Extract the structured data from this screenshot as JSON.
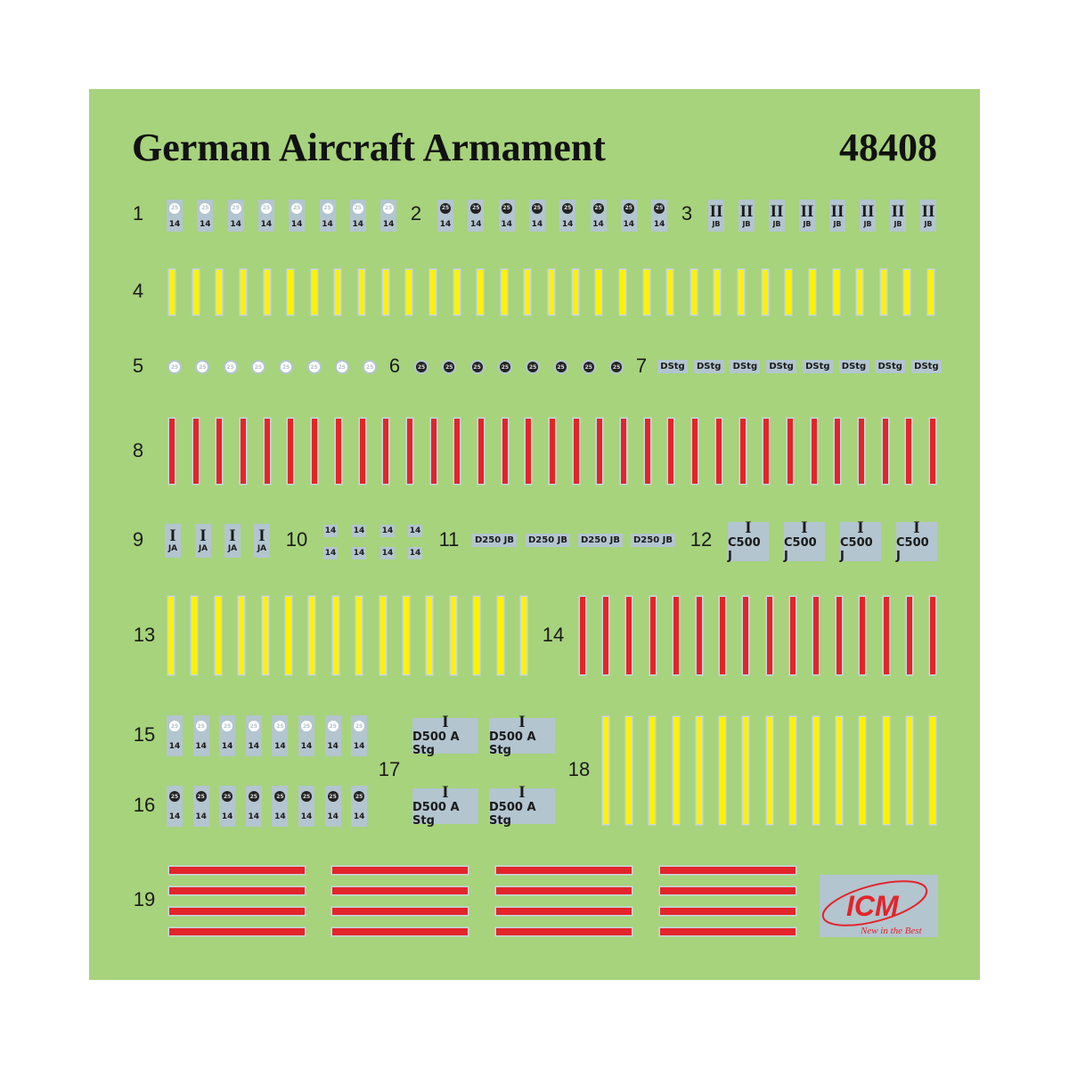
{
  "title": "German Aircraft Armament",
  "code": "48408",
  "colors": {
    "sheet": "#a7d37c",
    "decal_film": "#b3c5cf",
    "yellow": "#fff200",
    "red": "#e3242b",
    "logo_red": "#e3242b"
  },
  "groups": {
    "g1": {
      "label": "1",
      "count": 8,
      "icon": "white-circle-25",
      "circle_text": "25",
      "text": "14"
    },
    "g2": {
      "label": "2",
      "count": 8,
      "icon": "dark-circle-25",
      "circle_text": "25",
      "text": "14"
    },
    "g3": {
      "label": "3",
      "count": 8,
      "top": "II",
      "bottom": "JB"
    },
    "g4": {
      "label": "4",
      "count": 33,
      "stripe": "yellow"
    },
    "g5": {
      "label": "5",
      "count": 8,
      "icon": "white-circle-25",
      "circle_text": "25"
    },
    "g6": {
      "label": "6",
      "count": 8,
      "icon": "dark-circle-25",
      "circle_text": "25"
    },
    "g7": {
      "label": "7",
      "count": 8,
      "text": "DStg"
    },
    "g8": {
      "label": "8",
      "count": 33,
      "stripe": "red"
    },
    "g9": {
      "label": "9",
      "count": 4,
      "top": "I",
      "bottom": "JA"
    },
    "g10": {
      "label": "10",
      "count": 8,
      "text": "14"
    },
    "g11": {
      "label": "11",
      "count": 4,
      "text": "D250 JB"
    },
    "g12": {
      "label": "12",
      "count": 4,
      "top": "I",
      "bottom": "C500 J"
    },
    "g13": {
      "label": "13",
      "count": 16,
      "stripe": "yellow"
    },
    "g14": {
      "label": "14",
      "count": 16,
      "stripe": "red"
    },
    "g15": {
      "label": "15",
      "count": 8,
      "icon": "white-circle-25",
      "circle_text": "25",
      "text": "14"
    },
    "g16": {
      "label": "16",
      "count": 8,
      "icon": "dark-circle-25",
      "circle_text": "25",
      "text": "14"
    },
    "g17": {
      "label": "17",
      "count": 4,
      "top": "I",
      "bottom": "D500 A Stg"
    },
    "g18": {
      "label": "18",
      "count": 15,
      "stripe": "yellow"
    },
    "g19": {
      "label": "19",
      "count": 16,
      "stripe": "red"
    }
  },
  "logo": {
    "brand": "ICM",
    "slogan": "New in the Best"
  }
}
